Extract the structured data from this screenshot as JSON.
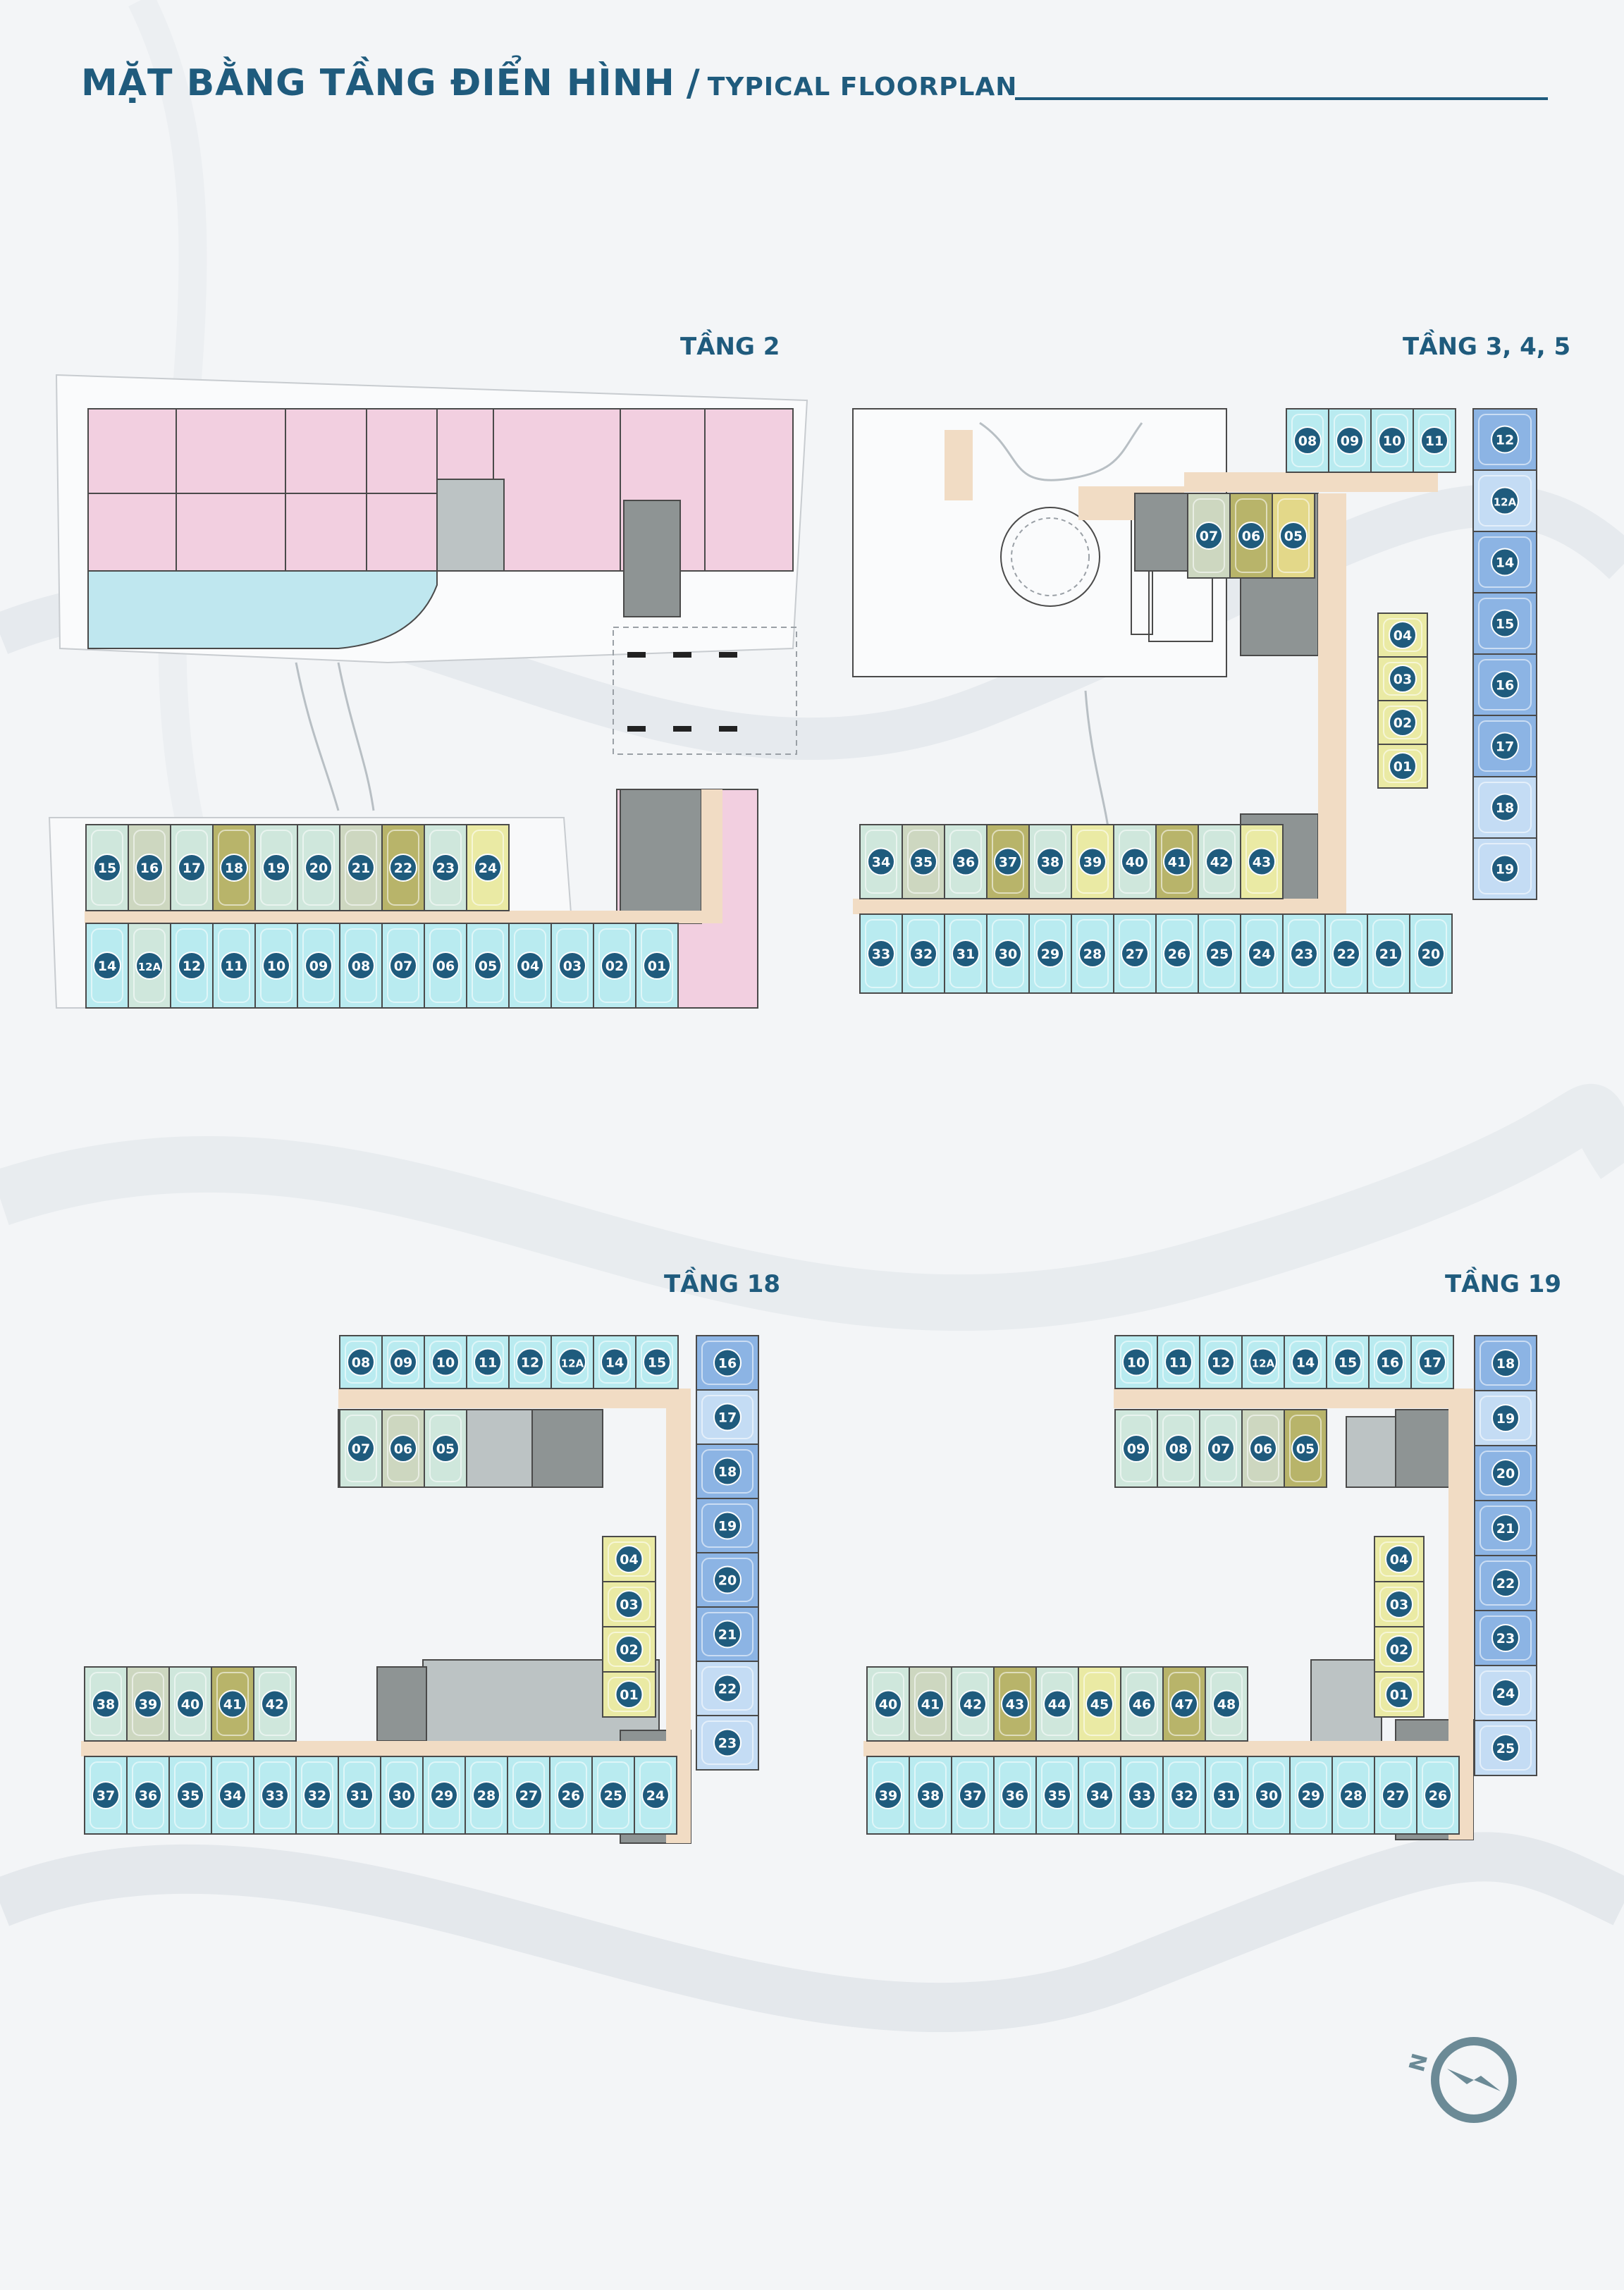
{
  "title": {
    "vi": "MẶT BẰNG TẦNG ĐIỂN HÌNH",
    "separator": "/",
    "en": "TYPICAL FLOORPLAN"
  },
  "colors": {
    "title": "#1f5b7d",
    "badge": "#1f5b7d",
    "corridor": "#f1dcc4",
    "retail": "#f2cfe0",
    "pool": "#bfe7ef",
    "core": "#8e9494",
    "palette": {
      "A": "#b9ebf0",
      "B": "#cfe7dc",
      "C": "#cdd7c0",
      "D": "#b8b46a",
      "E": "#eaeaa4",
      "F": "#e3d889",
      "G": "#8cb4e4",
      "H": "#c4dcf4"
    }
  },
  "compass": {
    "icon": "north-compass-icon",
    "letter": "N"
  },
  "floors": [
    {
      "label": "TẦNG 2",
      "wings": [
        {
          "units": [
            {
              "n": "15",
              "c": "B"
            },
            {
              "n": "16",
              "c": "C"
            },
            {
              "n": "17",
              "c": "B"
            },
            {
              "n": "18",
              "c": "D"
            },
            {
              "n": "19",
              "c": "B"
            },
            {
              "n": "20",
              "c": "B"
            },
            {
              "n": "21",
              "c": "C"
            },
            {
              "n": "22",
              "c": "D"
            },
            {
              "n": "23",
              "c": "B"
            },
            {
              "n": "24",
              "c": "E"
            }
          ]
        },
        {
          "units": [
            {
              "n": "14",
              "c": "A"
            },
            {
              "n": "12A",
              "c": "B"
            },
            {
              "n": "12",
              "c": "A"
            },
            {
              "n": "11",
              "c": "A"
            },
            {
              "n": "10",
              "c": "A"
            },
            {
              "n": "09",
              "c": "A"
            },
            {
              "n": "08",
              "c": "A"
            },
            {
              "n": "07",
              "c": "A"
            },
            {
              "n": "06",
              "c": "A"
            },
            {
              "n": "05",
              "c": "A"
            },
            {
              "n": "04",
              "c": "A"
            },
            {
              "n": "03",
              "c": "A"
            },
            {
              "n": "02",
              "c": "A"
            },
            {
              "n": "01",
              "c": "A"
            }
          ]
        }
      ]
    },
    {
      "label": "TẦNG 3, 4, 5",
      "wings": [
        {
          "units": [
            {
              "n": "08",
              "c": "A"
            },
            {
              "n": "09",
              "c": "A"
            },
            {
              "n": "10",
              "c": "A"
            },
            {
              "n": "11",
              "c": "A"
            }
          ]
        },
        {
          "units": [
            {
              "n": "07",
              "c": "C"
            },
            {
              "n": "06",
              "c": "D"
            },
            {
              "n": "05",
              "c": "F"
            }
          ]
        },
        {
          "units": [
            {
              "n": "04",
              "c": "E"
            },
            {
              "n": "03",
              "c": "E"
            },
            {
              "n": "02",
              "c": "E"
            },
            {
              "n": "01",
              "c": "E"
            }
          ]
        },
        {
          "units": [
            {
              "n": "12",
              "c": "G"
            },
            {
              "n": "12A",
              "c": "H"
            },
            {
              "n": "14",
              "c": "G"
            },
            {
              "n": "15",
              "c": "G"
            },
            {
              "n": "16",
              "c": "G"
            },
            {
              "n": "17",
              "c": "G"
            },
            {
              "n": "18",
              "c": "H"
            },
            {
              "n": "19",
              "c": "H"
            }
          ]
        },
        {
          "units": [
            {
              "n": "34",
              "c": "B"
            },
            {
              "n": "35",
              "c": "C"
            },
            {
              "n": "36",
              "c": "B"
            },
            {
              "n": "37",
              "c": "D"
            },
            {
              "n": "38",
              "c": "B"
            },
            {
              "n": "39",
              "c": "E"
            },
            {
              "n": "40",
              "c": "B"
            },
            {
              "n": "41",
              "c": "D"
            },
            {
              "n": "42",
              "c": "B"
            },
            {
              "n": "43",
              "c": "E"
            }
          ]
        },
        {
          "units": [
            {
              "n": "33",
              "c": "A"
            },
            {
              "n": "32",
              "c": "A"
            },
            {
              "n": "31",
              "c": "A"
            },
            {
              "n": "30",
              "c": "A"
            },
            {
              "n": "29",
              "c": "A"
            },
            {
              "n": "28",
              "c": "A"
            },
            {
              "n": "27",
              "c": "A"
            },
            {
              "n": "26",
              "c": "A"
            },
            {
              "n": "25",
              "c": "A"
            },
            {
              "n": "24",
              "c": "A"
            },
            {
              "n": "23",
              "c": "A"
            },
            {
              "n": "22",
              "c": "A"
            },
            {
              "n": "21",
              "c": "A"
            },
            {
              "n": "20",
              "c": "A"
            }
          ]
        }
      ]
    },
    {
      "label": "TẦNG 18",
      "wings": [
        {
          "units": [
            {
              "n": "08",
              "c": "A"
            },
            {
              "n": "09",
              "c": "A"
            },
            {
              "n": "10",
              "c": "A"
            },
            {
              "n": "11",
              "c": "A"
            },
            {
              "n": "12",
              "c": "A"
            },
            {
              "n": "12A",
              "c": "A"
            },
            {
              "n": "14",
              "c": "A"
            },
            {
              "n": "15",
              "c": "A"
            }
          ]
        },
        {
          "units": [
            {
              "n": "07",
              "c": "B"
            },
            {
              "n": "06",
              "c": "C"
            },
            {
              "n": "05",
              "c": "B"
            }
          ]
        },
        {
          "units": [
            {
              "n": "04",
              "c": "E"
            },
            {
              "n": "03",
              "c": "E"
            },
            {
              "n": "02",
              "c": "E"
            },
            {
              "n": "01",
              "c": "E"
            }
          ]
        },
        {
          "units": [
            {
              "n": "16",
              "c": "G"
            },
            {
              "n": "17",
              "c": "H"
            },
            {
              "n": "18",
              "c": "G"
            },
            {
              "n": "19",
              "c": "G"
            },
            {
              "n": "20",
              "c": "G"
            },
            {
              "n": "21",
              "c": "G"
            },
            {
              "n": "22",
              "c": "H"
            },
            {
              "n": "23",
              "c": "H"
            }
          ]
        },
        {
          "units": [
            {
              "n": "38",
              "c": "B"
            },
            {
              "n": "39",
              "c": "C"
            },
            {
              "n": "40",
              "c": "B"
            },
            {
              "n": "41",
              "c": "D"
            },
            {
              "n": "42",
              "c": "B"
            }
          ]
        },
        {
          "units": [
            {
              "n": "37",
              "c": "A"
            },
            {
              "n": "36",
              "c": "A"
            },
            {
              "n": "35",
              "c": "A"
            },
            {
              "n": "34",
              "c": "A"
            },
            {
              "n": "33",
              "c": "A"
            },
            {
              "n": "32",
              "c": "A"
            },
            {
              "n": "31",
              "c": "A"
            },
            {
              "n": "30",
              "c": "A"
            },
            {
              "n": "29",
              "c": "A"
            },
            {
              "n": "28",
              "c": "A"
            },
            {
              "n": "27",
              "c": "A"
            },
            {
              "n": "26",
              "c": "A"
            },
            {
              "n": "25",
              "c": "A"
            },
            {
              "n": "24",
              "c": "A"
            }
          ]
        }
      ]
    },
    {
      "label": "TẦNG 19",
      "wings": [
        {
          "units": [
            {
              "n": "10",
              "c": "A"
            },
            {
              "n": "11",
              "c": "A"
            },
            {
              "n": "12",
              "c": "A"
            },
            {
              "n": "12A",
              "c": "A"
            },
            {
              "n": "14",
              "c": "A"
            },
            {
              "n": "15",
              "c": "A"
            },
            {
              "n": "16",
              "c": "A"
            },
            {
              "n": "17",
              "c": "A"
            }
          ]
        },
        {
          "units": [
            {
              "n": "09",
              "c": "B"
            },
            {
              "n": "08",
              "c": "B"
            },
            {
              "n": "07",
              "c": "B"
            },
            {
              "n": "06",
              "c": "C"
            },
            {
              "n": "05",
              "c": "D"
            }
          ]
        },
        {
          "units": [
            {
              "n": "04",
              "c": "E"
            },
            {
              "n": "03",
              "c": "E"
            },
            {
              "n": "02",
              "c": "E"
            },
            {
              "n": "01",
              "c": "E"
            }
          ]
        },
        {
          "units": [
            {
              "n": "18",
              "c": "G"
            },
            {
              "n": "19",
              "c": "H"
            },
            {
              "n": "20",
              "c": "G"
            },
            {
              "n": "21",
              "c": "G"
            },
            {
              "n": "22",
              "c": "G"
            },
            {
              "n": "23",
              "c": "G"
            },
            {
              "n": "24",
              "c": "H"
            },
            {
              "n": "25",
              "c": "H"
            }
          ]
        },
        {
          "units": [
            {
              "n": "40",
              "c": "B"
            },
            {
              "n": "41",
              "c": "C"
            },
            {
              "n": "42",
              "c": "B"
            },
            {
              "n": "43",
              "c": "D"
            },
            {
              "n": "44",
              "c": "B"
            },
            {
              "n": "45",
              "c": "E"
            },
            {
              "n": "46",
              "c": "B"
            },
            {
              "n": "47",
              "c": "D"
            },
            {
              "n": "48",
              "c": "B"
            }
          ]
        },
        {
          "units": [
            {
              "n": "39",
              "c": "A"
            },
            {
              "n": "38",
              "c": "A"
            },
            {
              "n": "37",
              "c": "A"
            },
            {
              "n": "36",
              "c": "A"
            },
            {
              "n": "35",
              "c": "A"
            },
            {
              "n": "34",
              "c": "A"
            },
            {
              "n": "33",
              "c": "A"
            },
            {
              "n": "32",
              "c": "A"
            },
            {
              "n": "31",
              "c": "A"
            },
            {
              "n": "30",
              "c": "A"
            },
            {
              "n": "29",
              "c": "A"
            },
            {
              "n": "28",
              "c": "A"
            },
            {
              "n": "27",
              "c": "A"
            },
            {
              "n": "26",
              "c": "A"
            }
          ]
        }
      ]
    }
  ]
}
